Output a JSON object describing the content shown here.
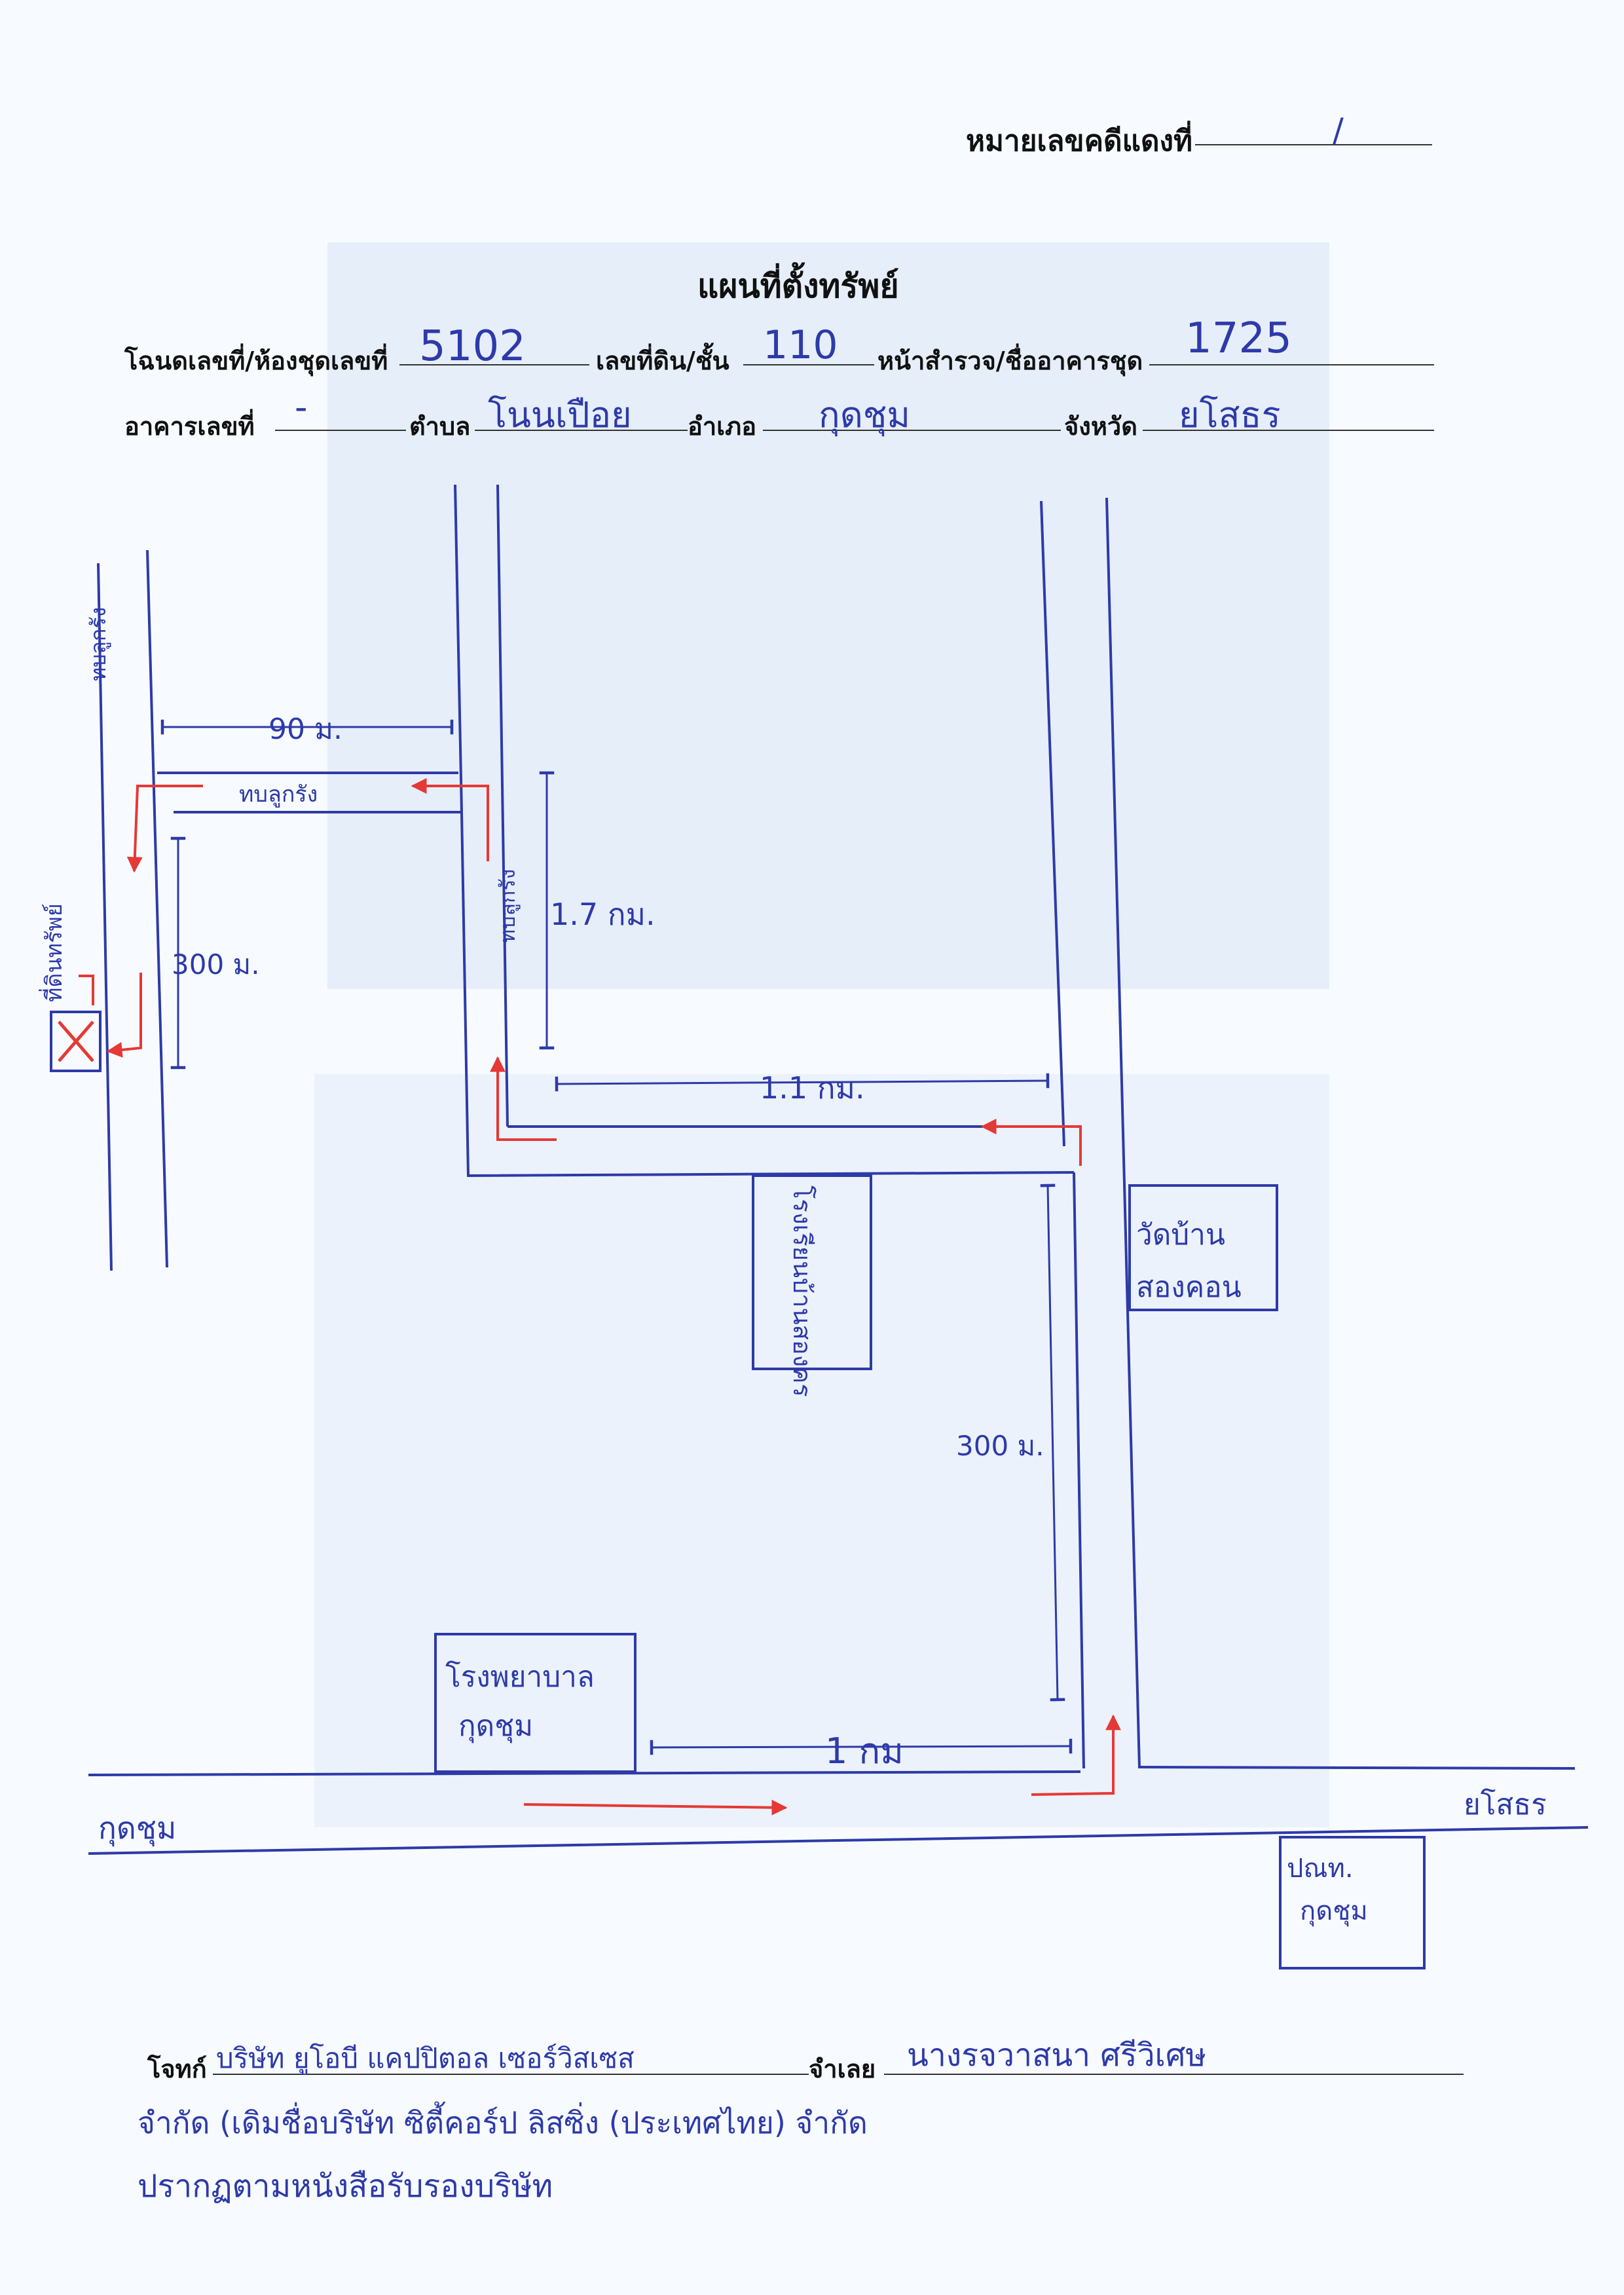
{
  "header": {
    "case_number_label": "หมายเลขคดีแดงที่",
    "case_number_value": "/"
  },
  "title": "แผนที่ตั้งทรัพย์",
  "fields": {
    "deed_label": "โฉนดเลขที่/ห้องชุดเลขที่",
    "deed_value": "5102",
    "land_no_label": "เลขที่ดิน/ชั้น",
    "land_no_value": "110",
    "survey_label": "หน้าสำรวจ/ชื่ออาคารชุด",
    "survey_value": "1725",
    "building_label": "อาคารเลขที่",
    "building_value": "-",
    "subdistrict_label": "ตำบล",
    "subdistrict_value": "โนนเปือย",
    "district_label": "อำเภอ",
    "district_value": "กุดชุม",
    "province_label": "จังหวัด",
    "province_value": "ยโสธร"
  },
  "map": {
    "dist_90m": "90 ม.",
    "road_left_label": "ทบลูกรัง",
    "road_vertical_label": "ทบลูกรัง",
    "dist_300m_left": "300 ม.",
    "dist_17km": "1.7 กม.",
    "road_mid_label": "ทบลูกรัง",
    "dist_11km": "1.1 กม.",
    "property_label": "ที่ดินทรัพย์",
    "school_label": "โรงเรียนบ้านสองคร",
    "temple_label_1": "วัดบ้าน",
    "temple_label_2": "สองคอน",
    "dist_300m_right": "300 ม.",
    "hospital_label_1": "โรงพยาบาล",
    "hospital_label_2": "กุดชุม",
    "dist_1km": "1 กม",
    "town_left": "กุดชุม",
    "town_right": "ยโสธร",
    "post_label_1": "ปณท.",
    "post_label_2": "กุดชุม"
  },
  "parties": {
    "plaintiff_label": "โจทก์",
    "plaintiff_value": "บริษัท ยูโอบี แคปปิตอล เซอร์วิสเซส",
    "defendant_label": "จำเลย",
    "defendant_value": "นางรจวาสนา ศรีวิเศษ",
    "note_line1": "จำกัด (เดิมชื่อบริษัท ซิตี้คอร์ป ลิสซิ่ง (ประเทศไทย) จำกัด",
    "note_line2": "ปรากฏตามหนังสือรับรองบริษัท"
  },
  "colors": {
    "ink": "#2e3aa8",
    "arrow": "#e53935",
    "paper": "#f7fbff",
    "printed": "#111111"
  }
}
